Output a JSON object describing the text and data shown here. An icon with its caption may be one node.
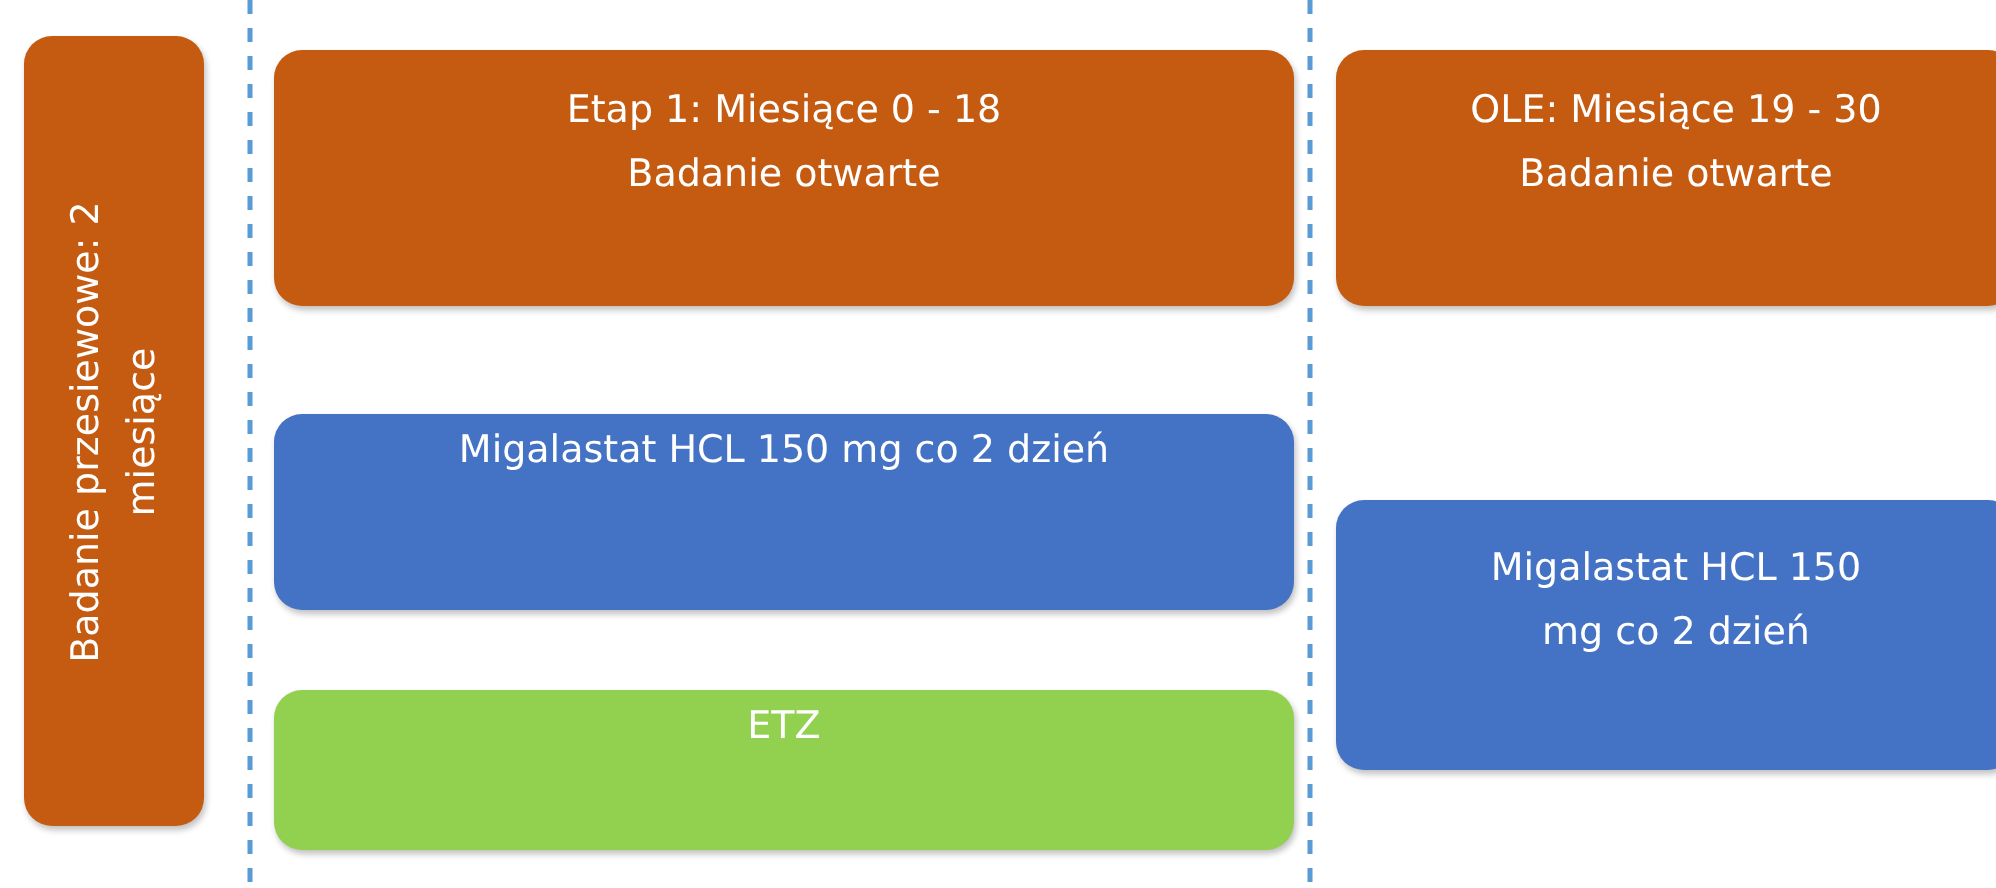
{
  "diagram": {
    "nodes": [
      {
        "text": [
          "Badanie przesiewowe: 2 miesiące"
        ]
      },
      {
        "text": [
          "Etap 1: Miesiące 0 - 18",
          "Badanie otwarte"
        ]
      },
      {
        "text": [
          "OLE: Miesiące 19 - 30",
          "Badanie otwarte"
        ]
      },
      {
        "text": [
          "Migalastat HCL 150 mg co 2 dzień"
        ]
      },
      {
        "text": [
          "ETZ"
        ]
      },
      {
        "text": [
          "Migalastat HCL 150 mg co 2 dzień"
        ]
      }
    ],
    "edges": []
  }
}
